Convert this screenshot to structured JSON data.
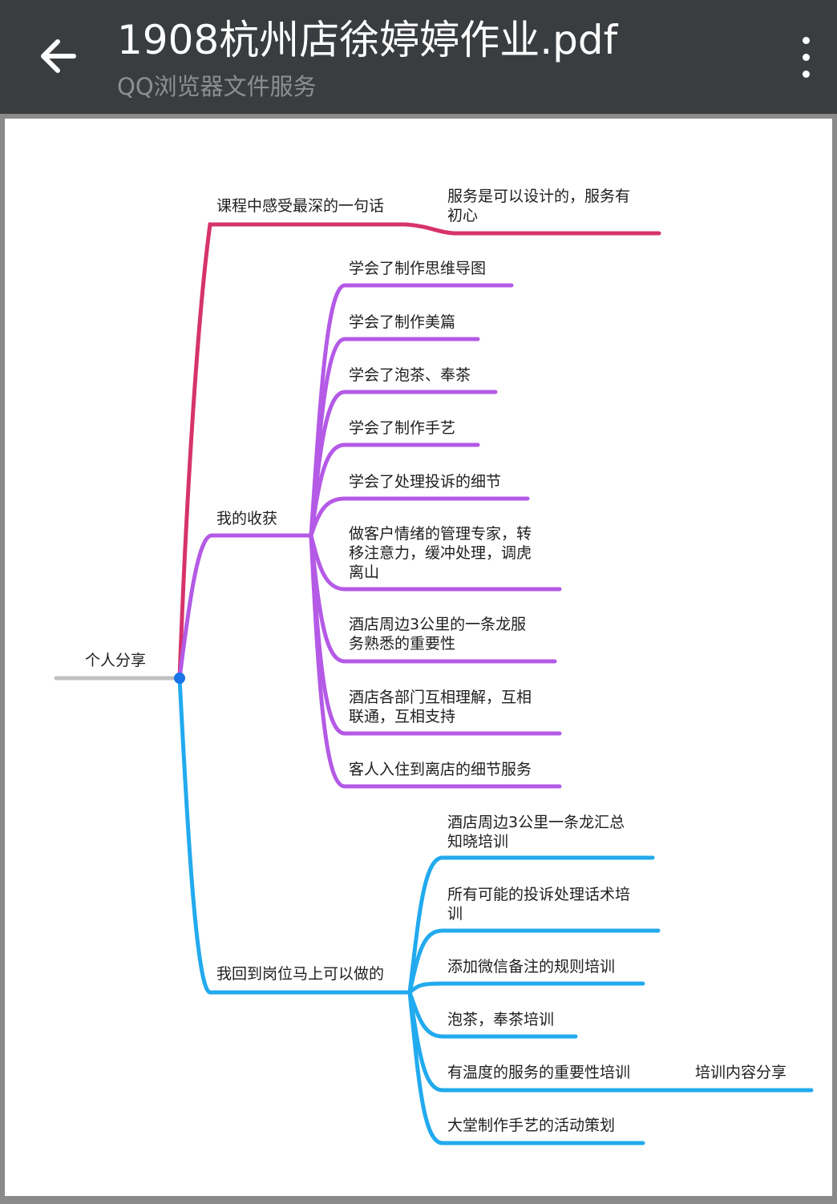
{
  "header": {
    "title": "1908杭州店徐婷婷作业.pdf",
    "subtitle": "QQ浏览器文件服务",
    "back_icon": "arrow-left-icon",
    "menu_icon": "more-vertical-icon"
  },
  "mindmap": {
    "root": "个人分享",
    "colors": {
      "root": "#c0c0c0",
      "branch1": "#d6336c",
      "branch2": "#b45ae6",
      "branch3": "#22aaee",
      "center_dot": "#1a73e8"
    },
    "branch1": {
      "label": "课程中感受最深的一句话",
      "child": {
        "line1": "服务是可以设计的，服务有",
        "line2": "初心"
      }
    },
    "branch2": {
      "label": "我的收获",
      "children": [
        {
          "line1": "学会了制作思维导图"
        },
        {
          "line1": "学会了制作美篇"
        },
        {
          "line1": "学会了泡茶、奉茶"
        },
        {
          "line1": "学会了制作手艺"
        },
        {
          "line1": "学会了处理投诉的细节"
        },
        {
          "line1": "做客户情绪的管理专家，转",
          "line2": "移注意力，缓冲处理，调虎",
          "line3": "离山"
        },
        {
          "line1": "酒店周边3公里的一条龙服",
          "line2": "务熟悉的重要性"
        },
        {
          "line1": "酒店各部门互相理解，互相",
          "line2": "联通，互相支持"
        },
        {
          "line1": "客人入住到离店的细节服务"
        }
      ]
    },
    "branch3": {
      "label": "我回到岗位马上可以做的",
      "children": [
        {
          "line1": "酒店周边3公里一条龙汇总",
          "line2": "知晓培训"
        },
        {
          "line1": "所有可能的投诉处理话术培",
          "line2": "训"
        },
        {
          "line1": "添加微信备注的规则培训"
        },
        {
          "line1": "泡茶，奉茶培训"
        },
        {
          "line1": "有温度的服务的重要性培训",
          "sub": "培训内容分享"
        },
        {
          "line1": "大堂制作手艺的活动策划"
        }
      ]
    }
  }
}
